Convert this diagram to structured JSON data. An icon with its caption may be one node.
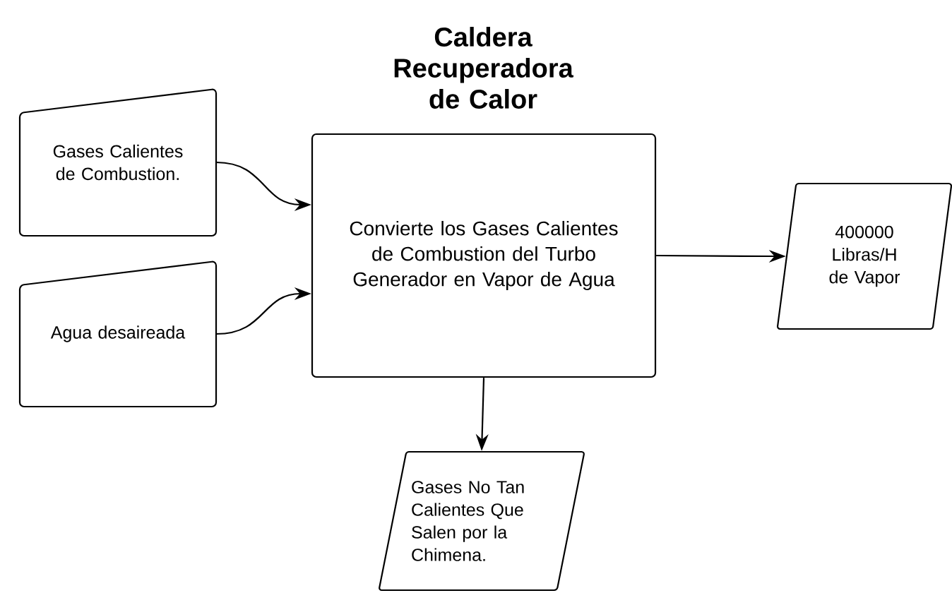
{
  "diagram": {
    "title": "Caldera Recuperadora de Calor",
    "nodes": [
      {
        "text": [
          "Gases Calientes de Combustion."
        ]
      },
      {
        "text": [
          "Agua  desaireada"
        ]
      },
      {
        "text": [
          "Convierte los Gases Calientes de Combustion del Turbo Generador en Vapor de Agua"
        ]
      },
      {
        "text": [
          "400000 Libras/H de Vapor"
        ]
      },
      {
        "text": [
          "Gases No Tan Calientes Que Salen por la Chimena."
        ]
      }
    ],
    "edges": [
      {
        "from": 0,
        "to": 2,
        "arrow": "to"
      },
      {
        "from": 1,
        "to": 2,
        "arrow": "to"
      },
      {
        "from": 2,
        "to": 3,
        "arrow": "to"
      },
      {
        "from": 2,
        "to": 4,
        "arrow": "to"
      }
    ]
  }
}
